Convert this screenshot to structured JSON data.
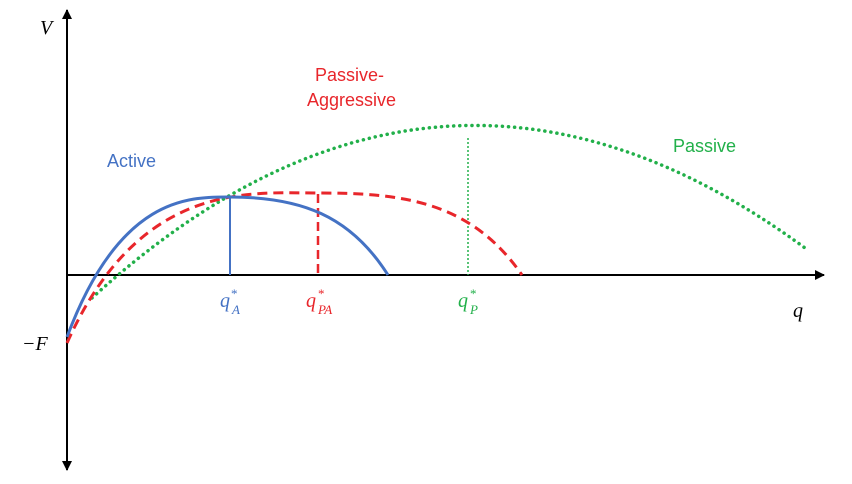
{
  "axes": {
    "y_label": "V",
    "x_label": "q",
    "intercept_label": "−F",
    "color": "#000000"
  },
  "curves": [
    {
      "key": "active",
      "label": "Active",
      "color": "#4472c4",
      "style": "solid",
      "optimum_label": {
        "base": "q",
        "sup": "*",
        "sub": "A"
      }
    },
    {
      "key": "passive_aggressive",
      "label_lines": [
        "Passive-",
        "Aggressive"
      ],
      "color": "#e8262b",
      "style": "dashed",
      "optimum_label": {
        "base": "q",
        "sup": "*",
        "sub": "PA"
      }
    },
    {
      "key": "passive",
      "label": "Passive",
      "color": "#22b04a",
      "style": "dotted",
      "optimum_label": {
        "base": "q",
        "sup": "*",
        "sub": "P"
      }
    }
  ]
}
